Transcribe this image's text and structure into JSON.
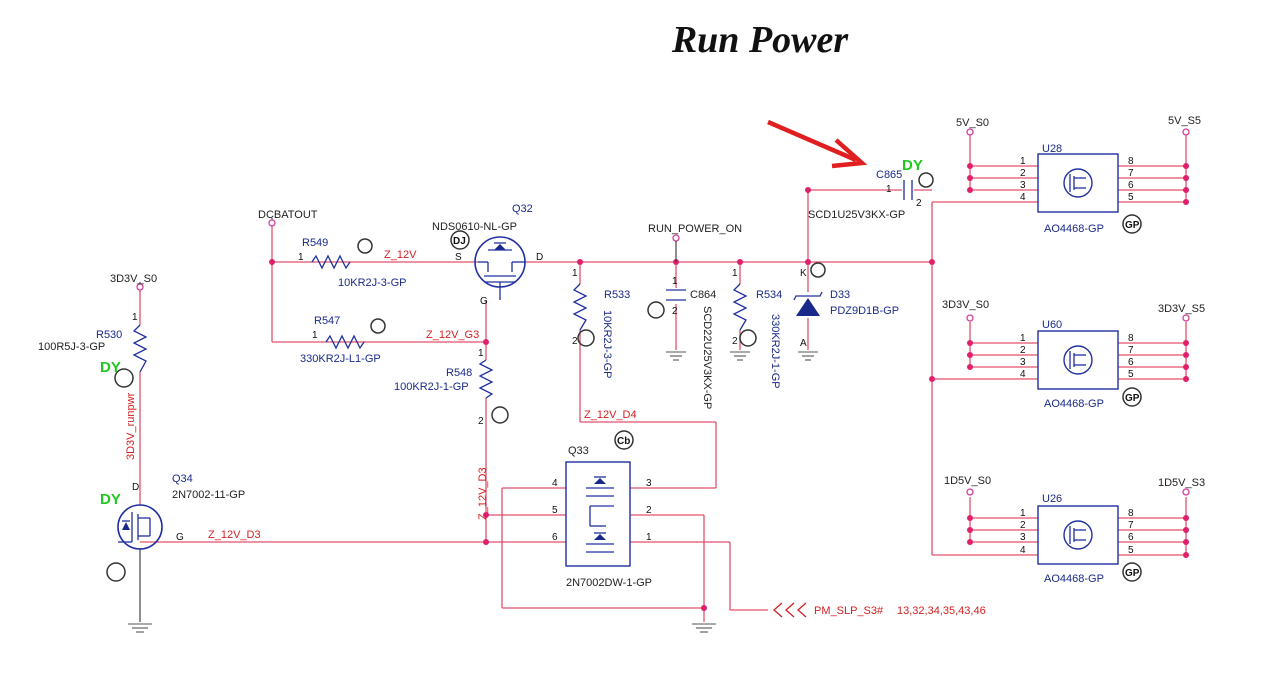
{
  "title": "Run Power",
  "nets": {
    "dcbatout": "DCBATOUT",
    "run_power_on": "RUN_POWER_ON",
    "z12v": "Z_12V",
    "z12v_g3": "Z_12V_G3",
    "z12v_d4": "Z_12V_D4",
    "z12v_d3_h": "Z_12V_D3",
    "z12v_d3_v": "Z_12V_D3",
    "r3d3v_runpwr": "3D3V_runpwr",
    "pm_slp_s3": "PM_SLP_S3#",
    "pm_slp_pages": "13,32,34,35,43,46"
  },
  "rails": {
    "r3d3v_s0_left": "3D3V_S0",
    "u28_in": "5V_S0",
    "u28_out": "5V_S5",
    "u60_in": "3D3V_S0",
    "u60_out": "3D3V_S5",
    "u26_in": "1D5V_S0",
    "u26_out": "1D5V_S3"
  },
  "components": {
    "r549": {
      "ref": "R549",
      "value": "10KR2J-3-GP"
    },
    "r547": {
      "ref": "R547",
      "value": "330KR2J-L1-GP"
    },
    "r548": {
      "ref": "R548",
      "value": "100KR2J-1-GP"
    },
    "r530": {
      "ref": "R530",
      "value": "100R5J-3-GP"
    },
    "q32": {
      "ref": "Q32",
      "value": "NDS0610-NL-GP"
    },
    "r533": {
      "ref": "R533",
      "value": "10KR2J-3-GP"
    },
    "c864": {
      "ref": "C864",
      "value": "SCD22U25V3KX-GP"
    },
    "r534": {
      "ref": "R534",
      "value": "330KR2J-1-GP"
    },
    "d33": {
      "ref": "D33",
      "value": "PDZ9D1B-GP"
    },
    "c865": {
      "ref": "C865",
      "value": "SCD1U25V3KX-GP"
    },
    "q34": {
      "ref": "Q34",
      "value": "2N7002-11-GP"
    },
    "q33": {
      "ref": "Q33",
      "value": "2N7002DW-1-GP"
    },
    "u28": {
      "ref": "U28",
      "value": "AO4468-GP"
    },
    "u60": {
      "ref": "U60",
      "value": "AO4468-GP"
    },
    "u26": {
      "ref": "U26",
      "value": "AO4468-GP"
    }
  },
  "marks": {
    "dy": "DY",
    "gp": "GP",
    "cb": "Cb",
    "dj": "DJ"
  },
  "pins": {
    "p1": "1",
    "p2": "2",
    "p3": "3",
    "p4": "4",
    "p5": "5",
    "p6": "6",
    "p7": "7",
    "p8": "8",
    "s": "S",
    "d": "D",
    "g": "G",
    "k": "K",
    "a": "A"
  },
  "annotation": {
    "arrow_color": "#e02020"
  }
}
